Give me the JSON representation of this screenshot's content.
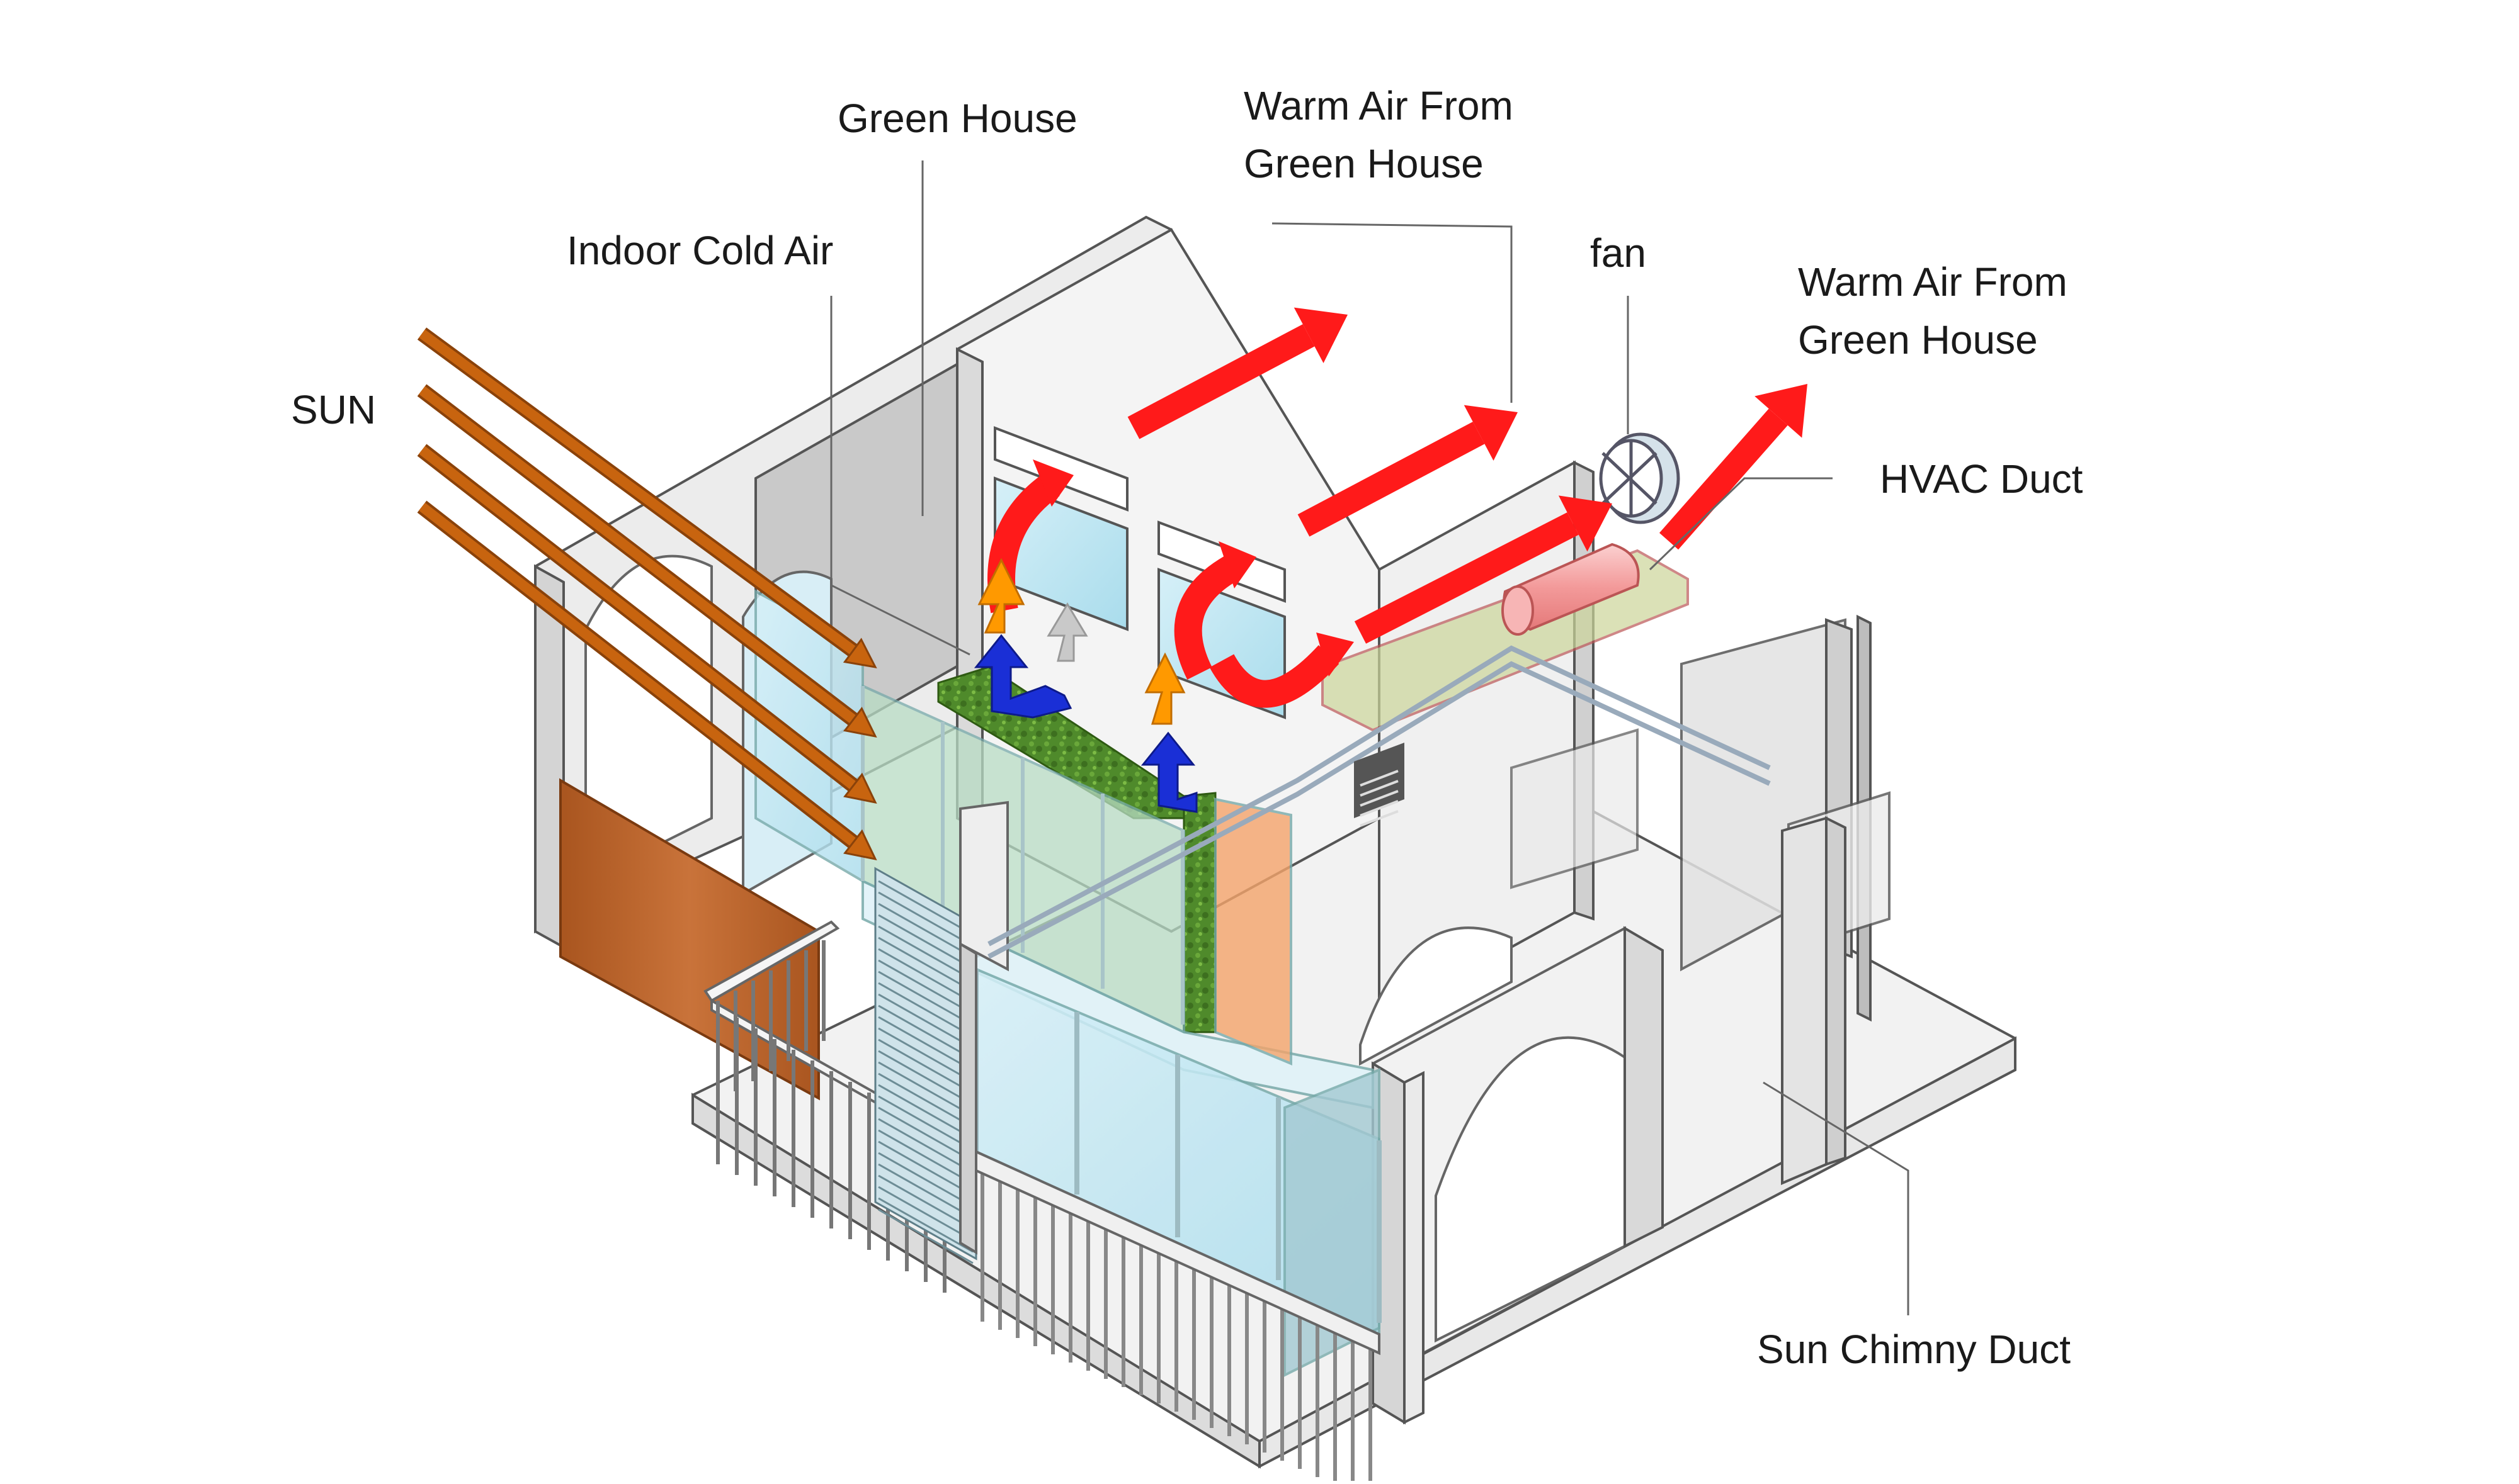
{
  "labels": {
    "sun": "SUN",
    "indoor_cold_air": "Indoor Cold Air",
    "green_house": "Green House",
    "warm_air_1": {
      "line1": "Warm Air From",
      "line2": "Green House"
    },
    "fan": "fan",
    "warm_air_2": {
      "line1": "Warm Air From",
      "line2": "Green House"
    },
    "hvac_duct": "HVAC Duct",
    "sun_chimney_duct": "Sun Chimny Duct"
  },
  "colors": {
    "hot_air_arrow": "#ff1a1a",
    "rising_air_arrow": "#ff9900",
    "cold_air_arrow": "#1a2fd6",
    "sun_ray": "#c8640f",
    "glass": "#bfe6f2",
    "green_roof": "#4f8a2b",
    "wood_panel": "#b8642a",
    "duct": "#f4a4a4"
  }
}
